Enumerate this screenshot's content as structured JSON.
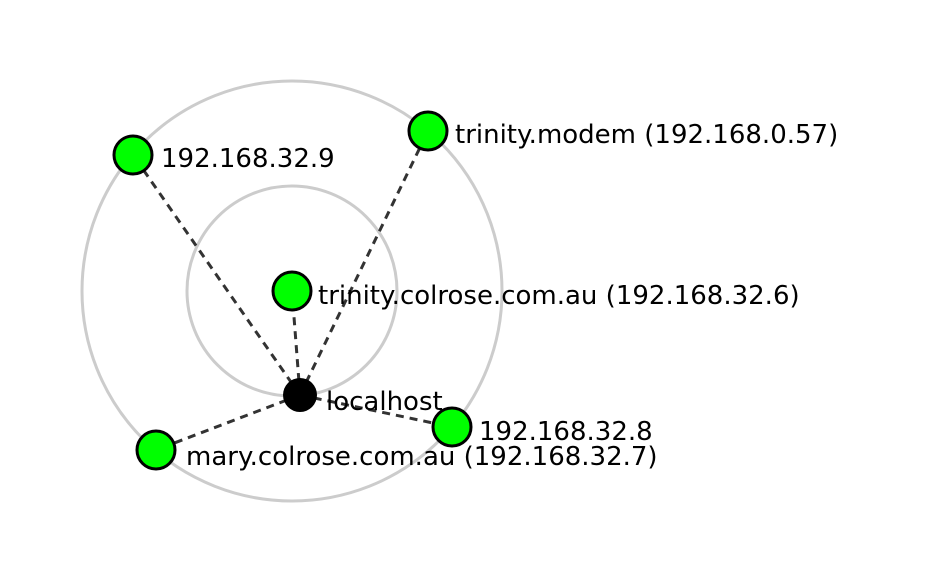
{
  "diagram": {
    "colors": {
      "ring": "#cccccc",
      "edge": "#333333",
      "host_node": "#00ff00",
      "center_node": "#000000",
      "node_stroke": "#000000"
    },
    "center": {
      "label": "localhost"
    },
    "nodes": [
      {
        "label": "192.168.32.9"
      },
      {
        "label": "trinity.modem (192.168.0.57)"
      },
      {
        "label": "trinity.colrose.com.au (192.168.32.6)"
      },
      {
        "label": "192.168.32.8"
      },
      {
        "label": "mary.colrose.com.au (192.168.32.7)"
      }
    ]
  }
}
